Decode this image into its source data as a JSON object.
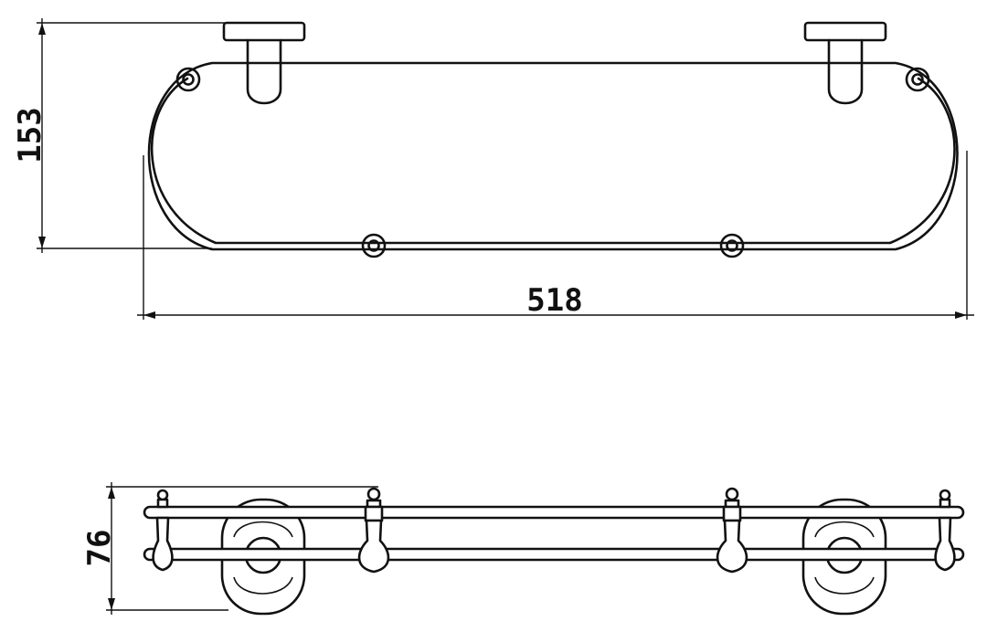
{
  "dimensions": {
    "depth": "153",
    "width": "518",
    "height": "76"
  },
  "colors": {
    "line": "#111111",
    "background": "#ffffff"
  }
}
